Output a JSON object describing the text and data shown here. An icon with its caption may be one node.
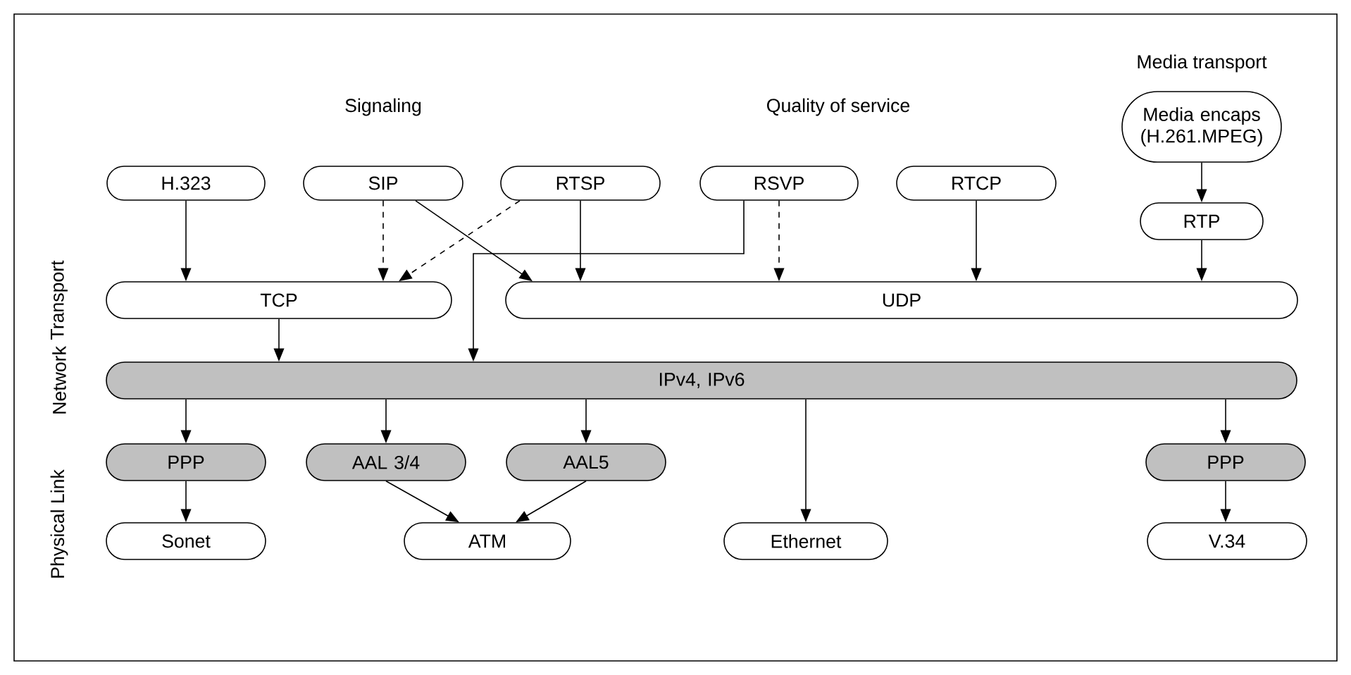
{
  "diagram": {
    "nodes": [
      {
        "text": [
          "H.323"
        ]
      },
      {
        "text": [
          "SIP"
        ]
      },
      {
        "text": [
          "RTSP"
        ]
      },
      {
        "text": [
          "RSVP"
        ]
      },
      {
        "text": [
          "RTCP"
        ]
      },
      {
        "text": [
          "Media encaps (H.261.MPEG)"
        ]
      },
      {
        "text": [
          "RTP"
        ]
      },
      {
        "text": [
          "TCP"
        ]
      },
      {
        "text": [
          "UDP"
        ]
      },
      {
        "text": [
          "IPv4, IPv6"
        ]
      },
      {
        "text": [
          "PPP"
        ]
      },
      {
        "text": [
          "AAL 3/4"
        ]
      },
      {
        "text": [
          "AAL5"
        ]
      },
      {
        "text": [
          "PPP"
        ]
      },
      {
        "text": [
          "Sonet"
        ]
      },
      {
        "text": [
          "ATM"
        ]
      },
      {
        "text": [
          "Ethernet"
        ]
      },
      {
        "text": [
          "V.34"
        ]
      }
    ],
    "edges": [
      {
        "from": 0,
        "to": 7,
        "arrow": "to"
      },
      {
        "from": 1,
        "to": 7,
        "arrow": "to",
        "style": "dashed"
      },
      {
        "from": 1,
        "to": 8,
        "arrow": "to"
      },
      {
        "from": 2,
        "to": 7,
        "arrow": "to",
        "style": "dashed"
      },
      {
        "from": 2,
        "to": 8,
        "arrow": "to"
      },
      {
        "from": 3,
        "to": 9,
        "arrow": "to"
      },
      {
        "from": 3,
        "to": 8,
        "arrow": "to",
        "style": "dashed"
      },
      {
        "from": 4,
        "to": 8,
        "arrow": "to"
      },
      {
        "from": 5,
        "to": 6,
        "arrow": "to"
      },
      {
        "from": 6,
        "to": 8,
        "arrow": "to"
      },
      {
        "from": 7,
        "to": 9,
        "arrow": "to"
      },
      {
        "from": 9,
        "to": 10,
        "arrow": "to"
      },
      {
        "from": 9,
        "to": 11,
        "arrow": "to"
      },
      {
        "from": 9,
        "to": 12,
        "arrow": "to"
      },
      {
        "from": 9,
        "to": 16,
        "arrow": "to"
      },
      {
        "from": 9,
        "to": 13,
        "arrow": "to"
      },
      {
        "from": 10,
        "to": 14,
        "arrow": "to"
      },
      {
        "from": 11,
        "to": 15,
        "arrow": "to"
      },
      {
        "from": 12,
        "to": 15,
        "arrow": "to"
      },
      {
        "from": 13,
        "to": 17,
        "arrow": "to"
      }
    ],
    "labels": [
      "Media transport",
      "Signaling",
      "Quality of service",
      "Transport",
      "Network",
      "Physical Link"
    ]
  }
}
